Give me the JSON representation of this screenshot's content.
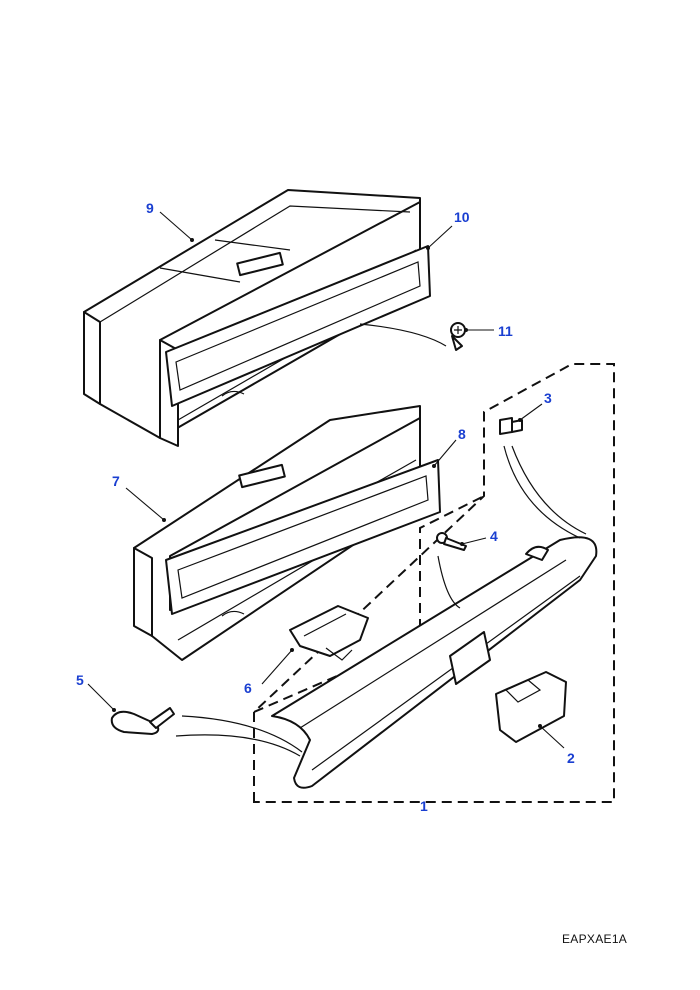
{
  "callouts": [
    {
      "id": "1",
      "label": "1"
    },
    {
      "id": "2",
      "label": "2"
    },
    {
      "id": "3",
      "label": "3"
    },
    {
      "id": "4",
      "label": "4"
    },
    {
      "id": "5",
      "label": "5"
    },
    {
      "id": "6",
      "label": "6"
    },
    {
      "id": "7",
      "label": "7"
    },
    {
      "id": "8",
      "label": "8"
    },
    {
      "id": "9",
      "label": "9"
    },
    {
      "id": "10",
      "label": "10"
    },
    {
      "id": "11",
      "label": "11"
    }
  ],
  "drawing_code": "EAPXAE1A",
  "colors": {
    "callout": "#1a3fd1",
    "line": "#111111",
    "paper": "#ffffff"
  }
}
